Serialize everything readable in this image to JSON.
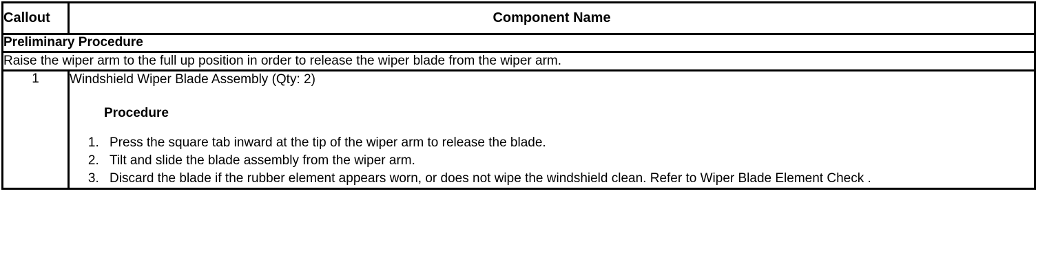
{
  "table": {
    "headers": {
      "callout": "Callout",
      "component": "Component Name"
    },
    "preliminary": {
      "title": "Preliminary Procedure",
      "text": "Raise the wiper arm to the full up position in order to release the wiper blade from the wiper arm."
    },
    "rows": [
      {
        "callout": "1",
        "component_name": "Windshield Wiper Blade Assembly (Qty: 2)",
        "procedure_heading": "Procedure",
        "steps": [
          "Press the square tab inward at the tip of the wiper arm to release the blade.",
          "Tilt and slide the blade assembly from the wiper arm.",
          "Discard the blade if the rubber element appears worn, or does not wipe the windshield clean. Refer to Wiper Blade Element Check ."
        ]
      }
    ]
  },
  "colors": {
    "border": "#000000",
    "text": "#000000",
    "background": "#ffffff"
  }
}
